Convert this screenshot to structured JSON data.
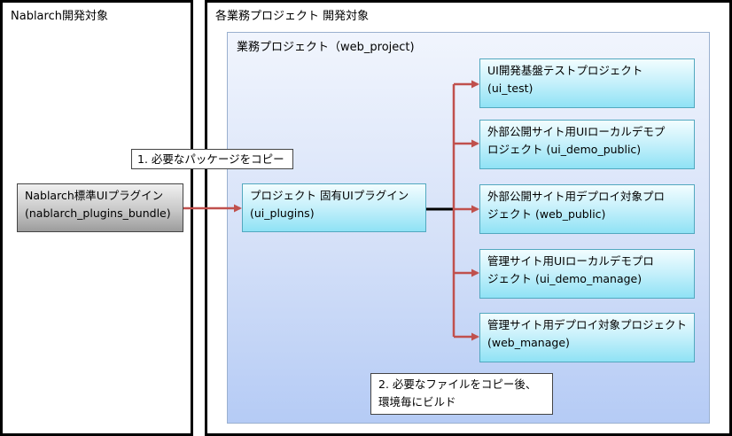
{
  "frames": {
    "nablarch_title": "Nablarch開発対象",
    "business_title": "各業務プロジェクト 開発対象"
  },
  "project": {
    "title": "業務プロジェクト（web_project)"
  },
  "boxes": {
    "nablarch_plugin": {
      "line1": "Nablarch標準UIプラグイン",
      "line2": "(nablarch_plugins_bundle)"
    },
    "ui_plugins": {
      "line1": "プロジェクト 固有UIプラグイン",
      "line2": "(ui_plugins)"
    },
    "ui_test": {
      "line1": "UI開発基盤テストプロジェクト",
      "line2": "(ui_test)"
    },
    "ui_demo_public": {
      "line1": "外部公開サイト用UIローカルデモプ",
      "line2": "ロジェクト (ui_demo_public)"
    },
    "web_public": {
      "line1": "外部公開サイト用デプロイ対象プロ",
      "line2": "ジェクト (web_public)"
    },
    "ui_demo_manage": {
      "line1": "管理サイト用UIローカルデモプロ",
      "line2": "ジェクト (ui_demo_manage)"
    },
    "web_manage": {
      "line1": "管理サイト用デプロイ対象プロジェクト",
      "line2": "(web_manage)"
    }
  },
  "labels": {
    "copy_packages": "1. 必要なパッケージをコピー",
    "copy_files_line1": "2. 必要なファイルをコピー後、",
    "copy_files_line2": "環境毎にビルド"
  },
  "colors": {
    "arrow": "#c0504d",
    "connector": "#000000"
  }
}
